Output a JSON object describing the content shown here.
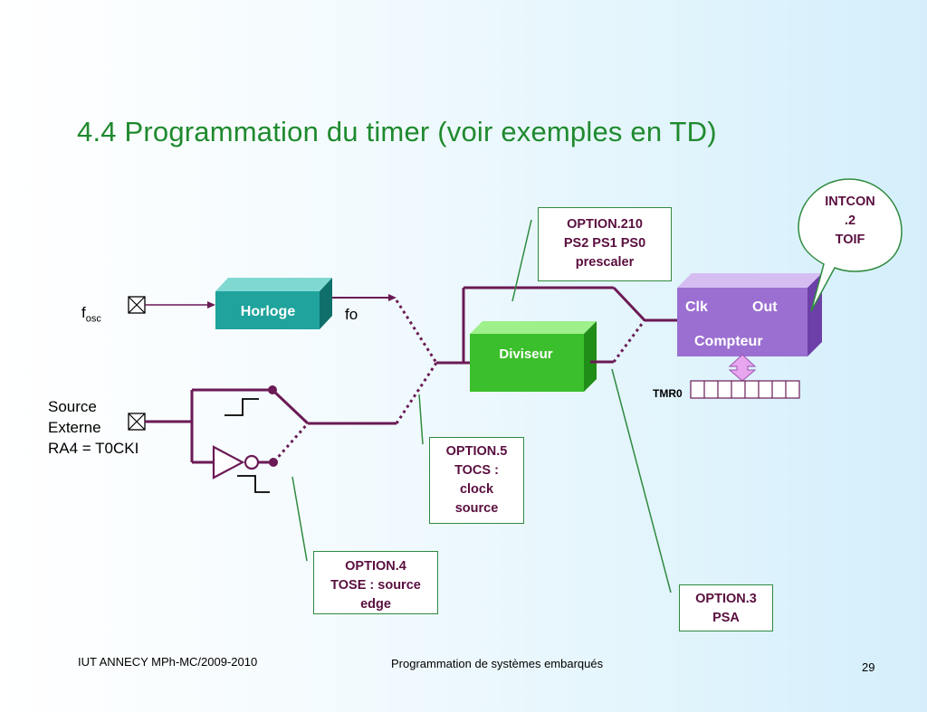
{
  "slide": {
    "title": "4.4 Programmation du timer (voir exemples en TD)",
    "footer_left": "IUT ANNECY MPh-MC/2009-2010",
    "footer_center": "Programmation de systèmes embarqués",
    "page_number": "29"
  },
  "diagram": {
    "fosc_main": "f",
    "fosc_sub": "osc",
    "source_line1": "Source",
    "source_line2": "Externe",
    "source_line3": "RA4  = T0CKI",
    "horloge": "Horloge",
    "fo": "fo",
    "diviseur": "Diviseur",
    "compteur_clk": "Clk",
    "compteur_out": "Out",
    "compteur": "Compteur",
    "tmr0": "TMR0",
    "option210": [
      "OPTION.210",
      "PS2 PS1 PS0",
      "prescaler"
    ],
    "option5": [
      "OPTION.5",
      "TOCS :",
      "clock",
      "source"
    ],
    "option4": [
      "OPTION.4",
      "TOSE : source",
      "edge"
    ],
    "option3": [
      "OPTION.3",
      "PSA"
    ],
    "intcon": [
      "INTCON",
      ".2",
      "TOIF"
    ]
  },
  "colors": {
    "title": "#1f8a2e",
    "wire": "#6b1a55",
    "horloge": "#1fa39c",
    "diviseur": "#3cbf2c",
    "compteur": "#9b6fd1",
    "box_border": "#2f8a3f",
    "box_text": "#5a0f3f"
  }
}
